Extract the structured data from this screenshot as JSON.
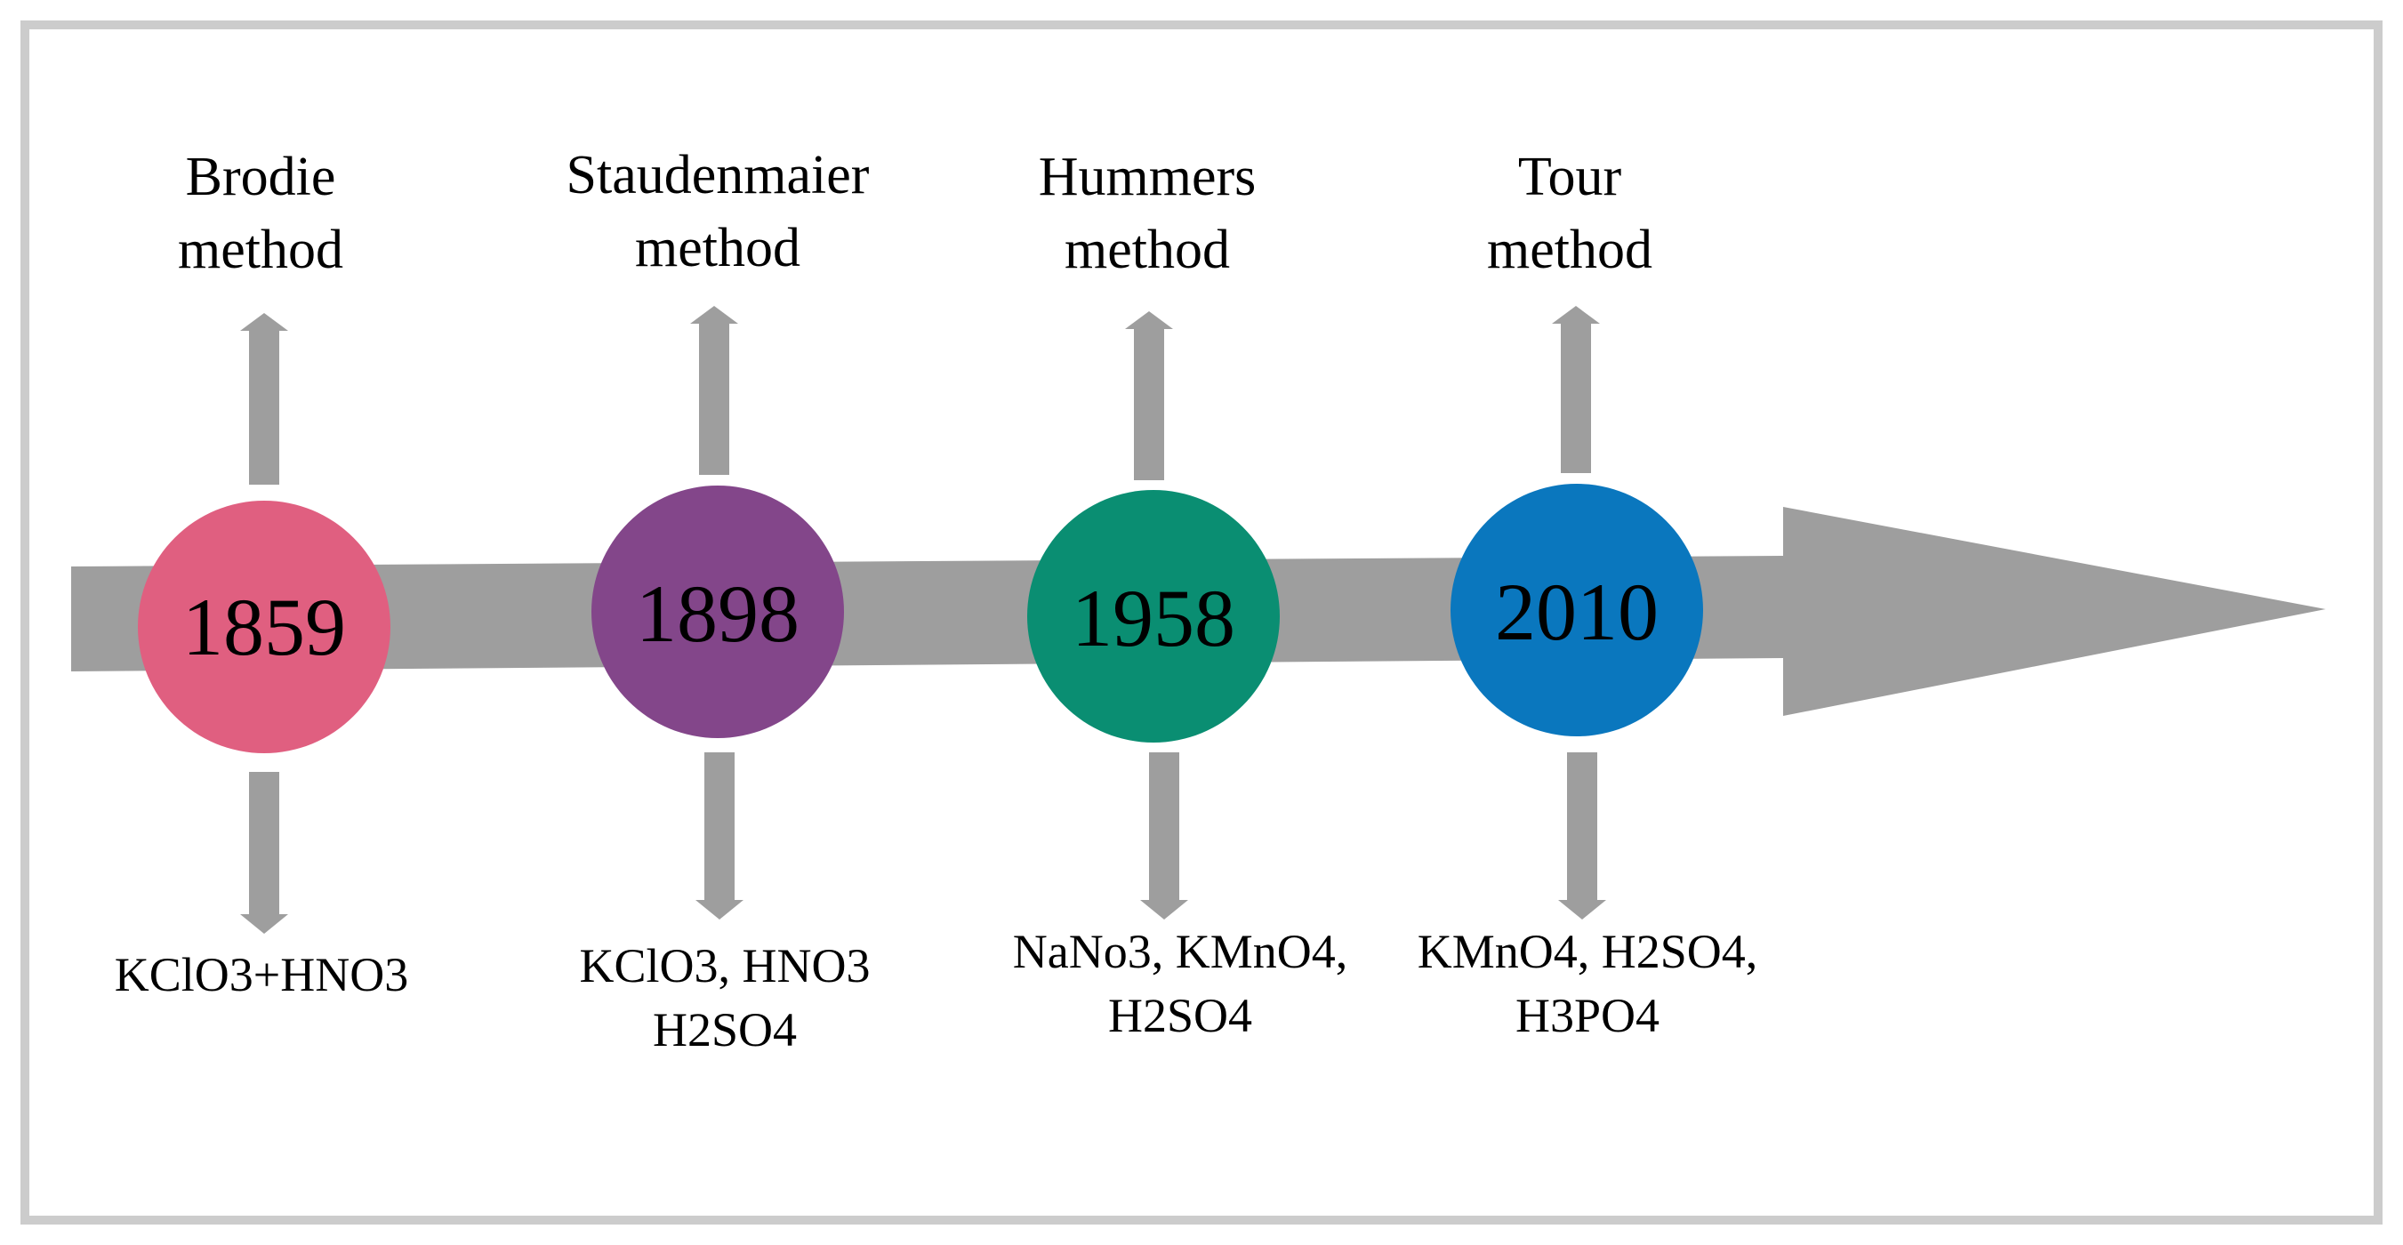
{
  "colors": {
    "frame_border": "#cccccc",
    "arrow": "#9e9e9e",
    "text": "#000000"
  },
  "milestones": [
    {
      "year": "1859",
      "color": "#e05f80",
      "method_line1": "Brodie",
      "method_line2": "method",
      "reagents_line1": "KClO3+HNO3",
      "reagents_line2": ""
    },
    {
      "year": "1898",
      "color": "#83468a",
      "method_line1": "Staudenmaier",
      "method_line2": "method",
      "reagents_line1": "KClO3, HNO3",
      "reagents_line2": "H2SO4"
    },
    {
      "year": "1958",
      "color": "#0a8e72",
      "method_line1": "Hummers",
      "method_line2": "method",
      "reagents_line1": "NaNo3, KMnO4,",
      "reagents_line2": "H2SO4"
    },
    {
      "year": "2010",
      "color": "#0a77be",
      "method_line1": "Tour",
      "method_line2": "method",
      "reagents_line1": "KMnO4, H2SO4,",
      "reagents_line2": "H3PO4"
    }
  ]
}
